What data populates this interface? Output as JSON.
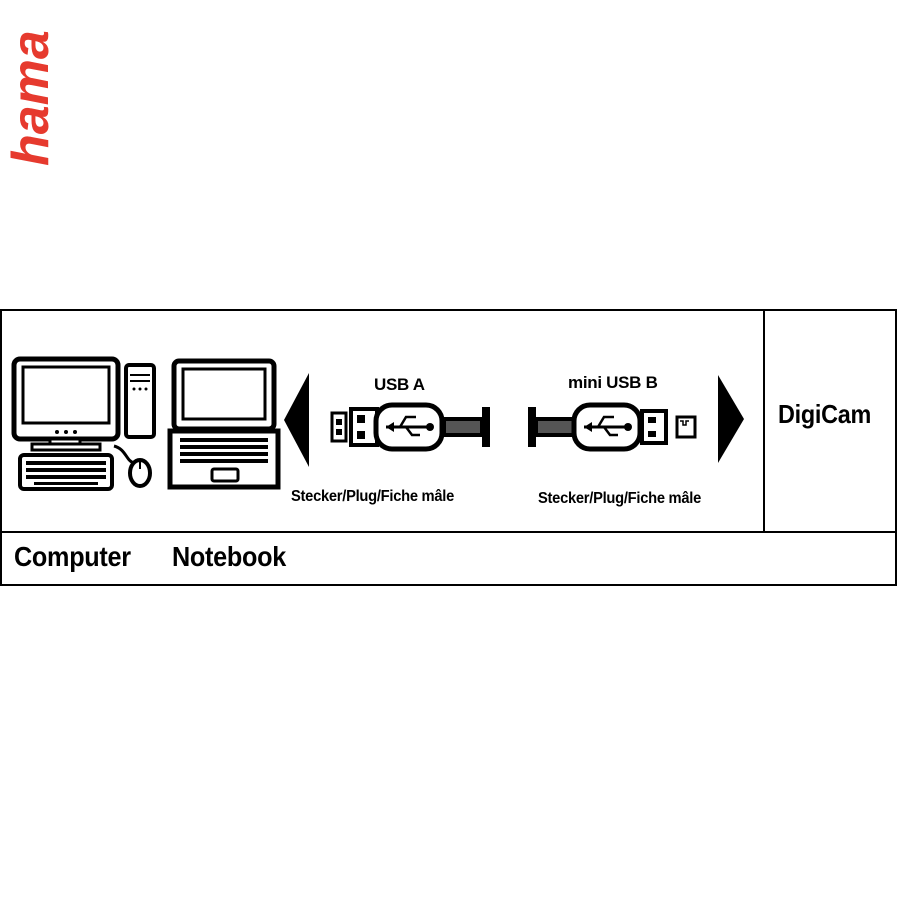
{
  "brand": {
    "logo_text": "hama",
    "logo_color": "#e63a2e"
  },
  "connector_a": {
    "label": "USB A",
    "plug_text": "Stecker/Plug/Fiche mâle"
  },
  "connector_b": {
    "label": "mini USB B",
    "plug_text": "Stecker/Plug/Fiche mâle"
  },
  "target_device": {
    "label": "DigiCam"
  },
  "captions": {
    "computer": "Computer",
    "notebook": "Notebook"
  },
  "icons": [
    "desktop-computer-icon",
    "notebook-icon",
    "arrow-left-icon",
    "usb-a-plug-icon",
    "mini-usb-b-plug-icon",
    "arrow-right-icon"
  ]
}
